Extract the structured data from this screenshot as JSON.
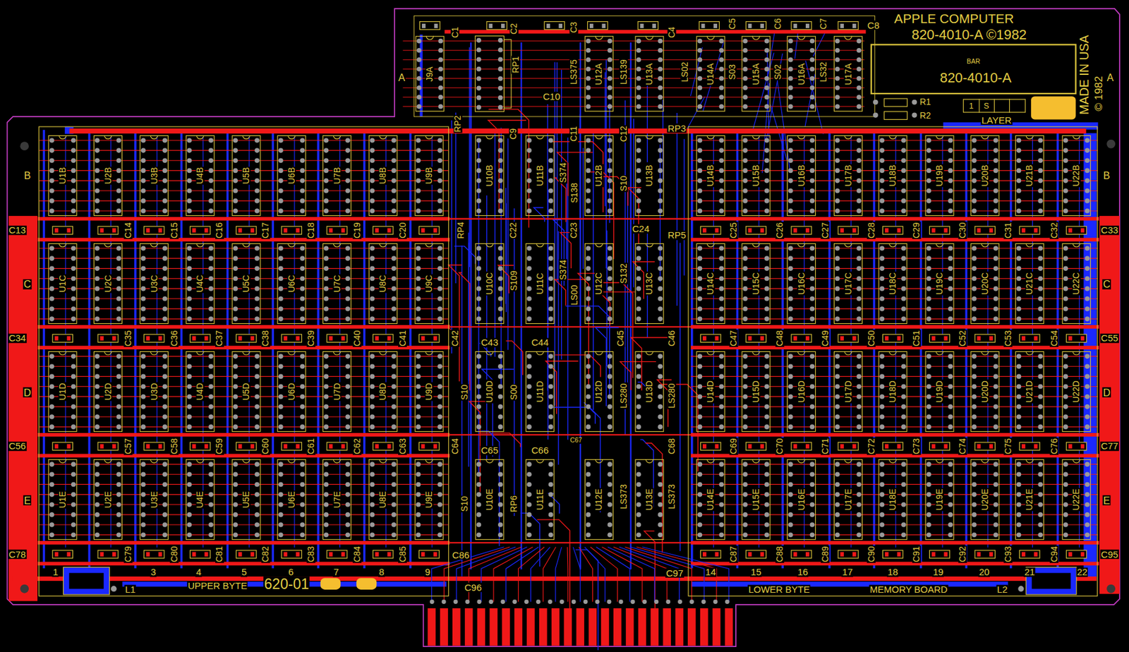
{
  "diagram": {
    "nodes": [
      {
        "text": [
          "J9A"
        ]
      },
      {
        "text": [
          "U12A"
        ]
      },
      {
        "text": [
          "U13A"
        ]
      },
      {
        "text": [
          "U14A"
        ]
      },
      {
        "text": [
          "U15A"
        ]
      },
      {
        "text": [
          "U16A"
        ]
      },
      {
        "text": [
          "U17A"
        ]
      },
      {
        "text": [
          "U1B"
        ]
      },
      {
        "text": [
          "U2B"
        ]
      },
      {
        "text": [
          "U3B"
        ]
      },
      {
        "text": [
          "U4B"
        ]
      },
      {
        "text": [
          "U5B"
        ]
      },
      {
        "text": [
          "U6B"
        ]
      },
      {
        "text": [
          "U7B"
        ]
      },
      {
        "text": [
          "U8B"
        ]
      },
      {
        "text": [
          "U9B"
        ]
      },
      {
        "text": [
          "U10B"
        ]
      },
      {
        "text": [
          "U11B"
        ]
      },
      {
        "text": [
          "U12B"
        ]
      },
      {
        "text": [
          "U13B"
        ]
      },
      {
        "text": [
          "U14B"
        ]
      },
      {
        "text": [
          "U15B"
        ]
      },
      {
        "text": [
          "U16B"
        ]
      },
      {
        "text": [
          "U17B"
        ]
      },
      {
        "text": [
          "U18B"
        ]
      },
      {
        "text": [
          "U19B"
        ]
      },
      {
        "text": [
          "U20B"
        ]
      },
      {
        "text": [
          "U21B"
        ]
      },
      {
        "text": [
          "U22B"
        ]
      },
      {
        "text": [
          "U1C"
        ]
      },
      {
        "text": [
          "U2C"
        ]
      },
      {
        "text": [
          "U3C"
        ]
      },
      {
        "text": [
          "U4C"
        ]
      },
      {
        "text": [
          "U5C"
        ]
      },
      {
        "text": [
          "U6C"
        ]
      },
      {
        "text": [
          "U7C"
        ]
      },
      {
        "text": [
          "U8C"
        ]
      },
      {
        "text": [
          "U9C"
        ]
      },
      {
        "text": [
          "U10C"
        ]
      },
      {
        "text": [
          "U11C"
        ]
      },
      {
        "text": [
          "U12C"
        ]
      },
      {
        "text": [
          "U13C"
        ]
      },
      {
        "text": [
          "U14C"
        ]
      },
      {
        "text": [
          "U15C"
        ]
      },
      {
        "text": [
          "U16C"
        ]
      },
      {
        "text": [
          "U17C"
        ]
      },
      {
        "text": [
          "U18C"
        ]
      },
      {
        "text": [
          "U19C"
        ]
      },
      {
        "text": [
          "U20C"
        ]
      },
      {
        "text": [
          "U21C"
        ]
      },
      {
        "text": [
          "U22C"
        ]
      },
      {
        "text": [
          "U1D"
        ]
      },
      {
        "text": [
          "U2D"
        ]
      },
      {
        "text": [
          "U3D"
        ]
      },
      {
        "text": [
          "U4D"
        ]
      },
      {
        "text": [
          "U5D"
        ]
      },
      {
        "text": [
          "U6D"
        ]
      },
      {
        "text": [
          "U7D"
        ]
      },
      {
        "text": [
          "U8D"
        ]
      },
      {
        "text": [
          "U9D"
        ]
      },
      {
        "text": [
          "U10D"
        ]
      },
      {
        "text": [
          "U11D"
        ]
      },
      {
        "text": [
          "U12D"
        ]
      },
      {
        "text": [
          "U13D"
        ]
      },
      {
        "text": [
          "U14D"
        ]
      },
      {
        "text": [
          "U15D"
        ]
      },
      {
        "text": [
          "U16D"
        ]
      },
      {
        "text": [
          "U17D"
        ]
      },
      {
        "text": [
          "U18D"
        ]
      },
      {
        "text": [
          "U19D"
        ]
      },
      {
        "text": [
          "U20D"
        ]
      },
      {
        "text": [
          "U21D"
        ]
      },
      {
        "text": [
          "U22D"
        ]
      },
      {
        "text": [
          "U1E"
        ]
      },
      {
        "text": [
          "U2E"
        ]
      },
      {
        "text": [
          "U3E"
        ]
      },
      {
        "text": [
          "U4E"
        ]
      },
      {
        "text": [
          "U5E"
        ]
      },
      {
        "text": [
          "U6E"
        ]
      },
      {
        "text": [
          "U7E"
        ]
      },
      {
        "text": [
          "U8E"
        ]
      },
      {
        "text": [
          "U9E"
        ]
      },
      {
        "text": [
          "U10E"
        ]
      },
      {
        "text": [
          "U11E"
        ]
      },
      {
        "text": [
          "U12E"
        ]
      },
      {
        "text": [
          "U13E"
        ]
      },
      {
        "text": [
          "U14E"
        ]
      },
      {
        "text": [
          "U15E"
        ]
      },
      {
        "text": [
          "U16E"
        ]
      },
      {
        "text": [
          "U17E"
        ]
      },
      {
        "text": [
          "U18E"
        ]
      },
      {
        "text": [
          "U19E"
        ]
      },
      {
        "text": [
          "U20E"
        ]
      },
      {
        "text": [
          "U21E"
        ]
      },
      {
        "text": [
          "U22E"
        ]
      }
    ],
    "labels": [
      "APPLE COMPUTER",
      "820-4010-A ©1982",
      "BAR",
      "820-4010-A",
      "MADE IN USA",
      "© 1982",
      "R1",
      "R2",
      "1",
      "S",
      "LAYER",
      "UPPER BYTE",
      "620-01",
      "LOWER BYTE",
      "MEMORY BOARD",
      "L1",
      "L2",
      "A",
      "A",
      "B",
      "B",
      "C",
      "C",
      "D",
      "D",
      "E",
      "E",
      "1",
      "3",
      "4",
      "5",
      "6",
      "7",
      "8",
      "9",
      "14",
      "15",
      "16",
      "17",
      "18",
      "19",
      "20",
      "21",
      "22",
      "C13",
      "C34",
      "C56",
      "C78",
      "C33",
      "C55",
      "C77",
      "C95",
      "C14",
      "C15",
      "C16",
      "C17",
      "C18",
      "C19",
      "C20",
      "C35",
      "C36",
      "C37",
      "C38",
      "C39",
      "C40",
      "C41",
      "C57",
      "C58",
      "C59",
      "C60",
      "C61",
      "C62",
      "C63",
      "C79",
      "C80",
      "C81",
      "C82",
      "C83",
      "C84",
      "C85",
      "C25",
      "C26",
      "C27",
      "C28",
      "C29",
      "C30",
      "C31",
      "C32",
      "C47",
      "C48",
      "C49",
      "C50",
      "C51",
      "C52",
      "C53",
      "C54",
      "C69",
      "C70",
      "C71",
      "C72",
      "C73",
      "C74",
      "C75",
      "C76",
      "C87",
      "C88",
      "C89",
      "C90",
      "C91",
      "C92",
      "C93",
      "C94",
      "C1",
      "C2",
      "C3",
      "C4",
      "C5",
      "C6",
      "C7",
      "C8",
      "C9",
      "C10",
      "C11",
      "C12",
      "RP1",
      "RP2",
      "RP3",
      "RP4",
      "RP5",
      "C22",
      "C23",
      "C24",
      "C42",
      "C43",
      "C44",
      "C45",
      "C46",
      "C64",
      "C65",
      "C66",
      "C67",
      "C68",
      "C86",
      "C96",
      "C97",
      "LS375",
      "LS139",
      "LS02",
      "S03",
      "S02",
      "LS32",
      "S374",
      "S138",
      "S10",
      "S109",
      "S374",
      "LS00",
      "S132",
      "S10",
      "S00",
      "LS280",
      "LS280",
      "S10",
      "RP6",
      "LS373",
      "LS373"
    ]
  }
}
